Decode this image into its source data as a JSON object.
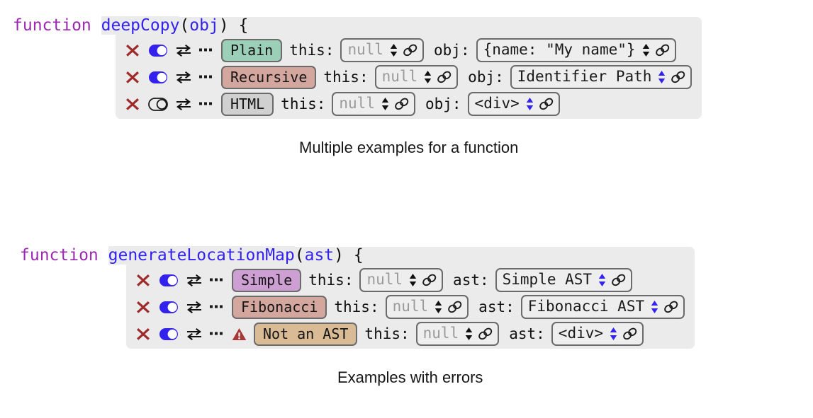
{
  "colors": {
    "panel_bg": "#ebebeb",
    "field_bg": "#eeeeee",
    "border": "#6b6b6b",
    "keyword": "#9c27b0",
    "function_name": "#3322ee",
    "delete_x": "#9e2a2a",
    "toggle_on": "#3322ee",
    "toggle_off": "#1a1a1a",
    "warning": "#a83838",
    "stepper_active": "#3322ee",
    "stepper_idle": "#111111",
    "tag_plain": "#9ccfb8",
    "tag_recursive": "#d3a69e",
    "tag_html": "#d0d0d0",
    "tag_simple": "#ce9fd2",
    "tag_fibonacci": "#d3a69e",
    "tag_not_an_ast": "#d9bc96"
  },
  "blocks": [
    {
      "signature": {
        "keyword": "function",
        "name": "deepCopy",
        "open_paren": "(",
        "param": "obj",
        "close_paren": ")",
        "brace": " {"
      },
      "caption": "Multiple examples for a function",
      "rows": [
        {
          "delete_icon": "x-icon",
          "toggle": {
            "icon": "toggle-icon",
            "state": "on"
          },
          "swap_icon": "swap-arrows-icon",
          "menu_icon": "ellipsis-icon",
          "warning": null,
          "tag": {
            "label": "Plain",
            "color": "#9ccfb8"
          },
          "params": [
            {
              "label": "this:",
              "value": "null",
              "muted": true,
              "stepper": "idle",
              "link_icon": "link-icon"
            },
            {
              "label": "obj:",
              "value": "{name: \"My name\"}",
              "muted": false,
              "stepper": "idle",
              "link_icon": "link-icon"
            }
          ]
        },
        {
          "delete_icon": "x-icon",
          "toggle": {
            "icon": "toggle-icon",
            "state": "on"
          },
          "swap_icon": "swap-arrows-icon",
          "menu_icon": "ellipsis-icon",
          "warning": null,
          "tag": {
            "label": "Recursive",
            "color": "#d3a69e"
          },
          "params": [
            {
              "label": "this:",
              "value": "null",
              "muted": true,
              "stepper": "idle",
              "link_icon": "link-icon"
            },
            {
              "label": "obj:",
              "value": "Identifier Path",
              "muted": false,
              "stepper": "active",
              "link_icon": "link-icon"
            }
          ]
        },
        {
          "delete_icon": "x-icon",
          "toggle": {
            "icon": "toggle-icon",
            "state": "off"
          },
          "swap_icon": "swap-arrows-icon",
          "menu_icon": "ellipsis-icon",
          "warning": null,
          "tag": {
            "label": "HTML",
            "color": "#d0d0d0"
          },
          "params": [
            {
              "label": "this:",
              "value": "null",
              "muted": true,
              "stepper": "idle",
              "link_icon": "link-icon"
            },
            {
              "label": "obj:",
              "value": "<div>",
              "muted": false,
              "stepper": "active",
              "link_icon": "link-icon"
            }
          ]
        }
      ]
    },
    {
      "signature": {
        "keyword": "function",
        "name": "generateLocationMap",
        "open_paren": "(",
        "param": "ast",
        "close_paren": ")",
        "brace": " {"
      },
      "caption": "Examples with errors",
      "rows": [
        {
          "delete_icon": "x-icon",
          "toggle": {
            "icon": "toggle-icon",
            "state": "on"
          },
          "swap_icon": "swap-arrows-icon",
          "menu_icon": "ellipsis-icon",
          "warning": null,
          "tag": {
            "label": "Simple",
            "color": "#ce9fd2"
          },
          "params": [
            {
              "label": "this:",
              "value": "null",
              "muted": true,
              "stepper": "idle",
              "link_icon": "link-icon"
            },
            {
              "label": "ast:",
              "value": "Simple AST",
              "muted": false,
              "stepper": "active",
              "link_icon": "link-icon"
            }
          ]
        },
        {
          "delete_icon": "x-icon",
          "toggle": {
            "icon": "toggle-icon",
            "state": "on"
          },
          "swap_icon": "swap-arrows-icon",
          "menu_icon": "ellipsis-icon",
          "warning": null,
          "tag": {
            "label": "Fibonacci",
            "color": "#d3a69e"
          },
          "params": [
            {
              "label": "this:",
              "value": "null",
              "muted": true,
              "stepper": "idle",
              "link_icon": "link-icon"
            },
            {
              "label": "ast:",
              "value": "Fibonacci AST",
              "muted": false,
              "stepper": "active",
              "link_icon": "link-icon"
            }
          ]
        },
        {
          "delete_icon": "x-icon",
          "toggle": {
            "icon": "toggle-icon",
            "state": "on"
          },
          "swap_icon": "swap-arrows-icon",
          "menu_icon": "ellipsis-icon",
          "warning": "warning-triangle-icon",
          "tag": {
            "label": "Not an AST",
            "color": "#d9bc96"
          },
          "params": [
            {
              "label": "this:",
              "value": "null",
              "muted": true,
              "stepper": "idle",
              "link_icon": "link-icon"
            },
            {
              "label": "ast:",
              "value": "<div>",
              "muted": false,
              "stepper": "active",
              "link_icon": "link-icon"
            }
          ]
        }
      ]
    }
  ]
}
